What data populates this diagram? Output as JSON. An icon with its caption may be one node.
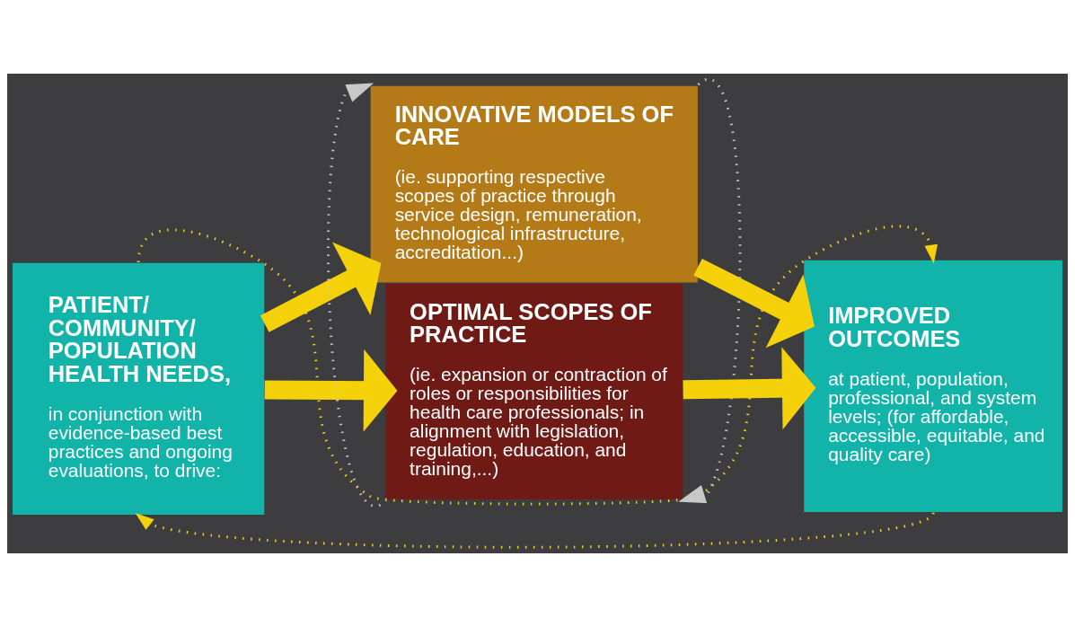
{
  "diagram": {
    "nodes": [
      {
        "text": [
          "PATIENT/ COMMUNITY/ POPULATION HEALTH NEEDS,",
          "in conjunction with evidence-based best practices and ongoing evaluations, to drive:"
        ]
      },
      {
        "text": [
          "INNOVATIVE MODELS OF CARE",
          "(ie. supporting respective scopes of practice through service design, remuneration, technological infrastructure, accreditation...)"
        ]
      },
      {
        "text": [
          "OPTIMAL SCOPES OF PRACTICE",
          "(ie. expansion or contraction of roles or responsibilities for health care professionals; in alignment with legislation, regulation, education, and training,...)"
        ]
      },
      {
        "text": [
          "IMPROVED OUTCOMES",
          "at patient, population, professional, and system levels; (for affordable, accessible, equitable, and quality care)"
        ]
      }
    ],
    "edges": [
      {
        "from": 0,
        "to": 1,
        "arrow": "to",
        "style": "thick"
      },
      {
        "from": 0,
        "to": 2,
        "arrow": "to",
        "style": "thick"
      },
      {
        "from": 1,
        "to": 3,
        "arrow": "to",
        "style": "thick"
      },
      {
        "from": 2,
        "to": 3,
        "arrow": "to",
        "style": "thick"
      },
      {
        "from": 0,
        "to": 3,
        "arrow": "to",
        "style": "dashed"
      },
      {
        "from": 3,
        "to": 0,
        "arrow": "to",
        "style": "dashed"
      },
      {
        "from": 2,
        "to": 1,
        "arrow": "to",
        "style": "dashed",
        "color": "#c8c8c8"
      },
      {
        "from": 1,
        "to": 2,
        "arrow": "to",
        "style": "dashed",
        "color": "#c8c8c8"
      }
    ]
  }
}
